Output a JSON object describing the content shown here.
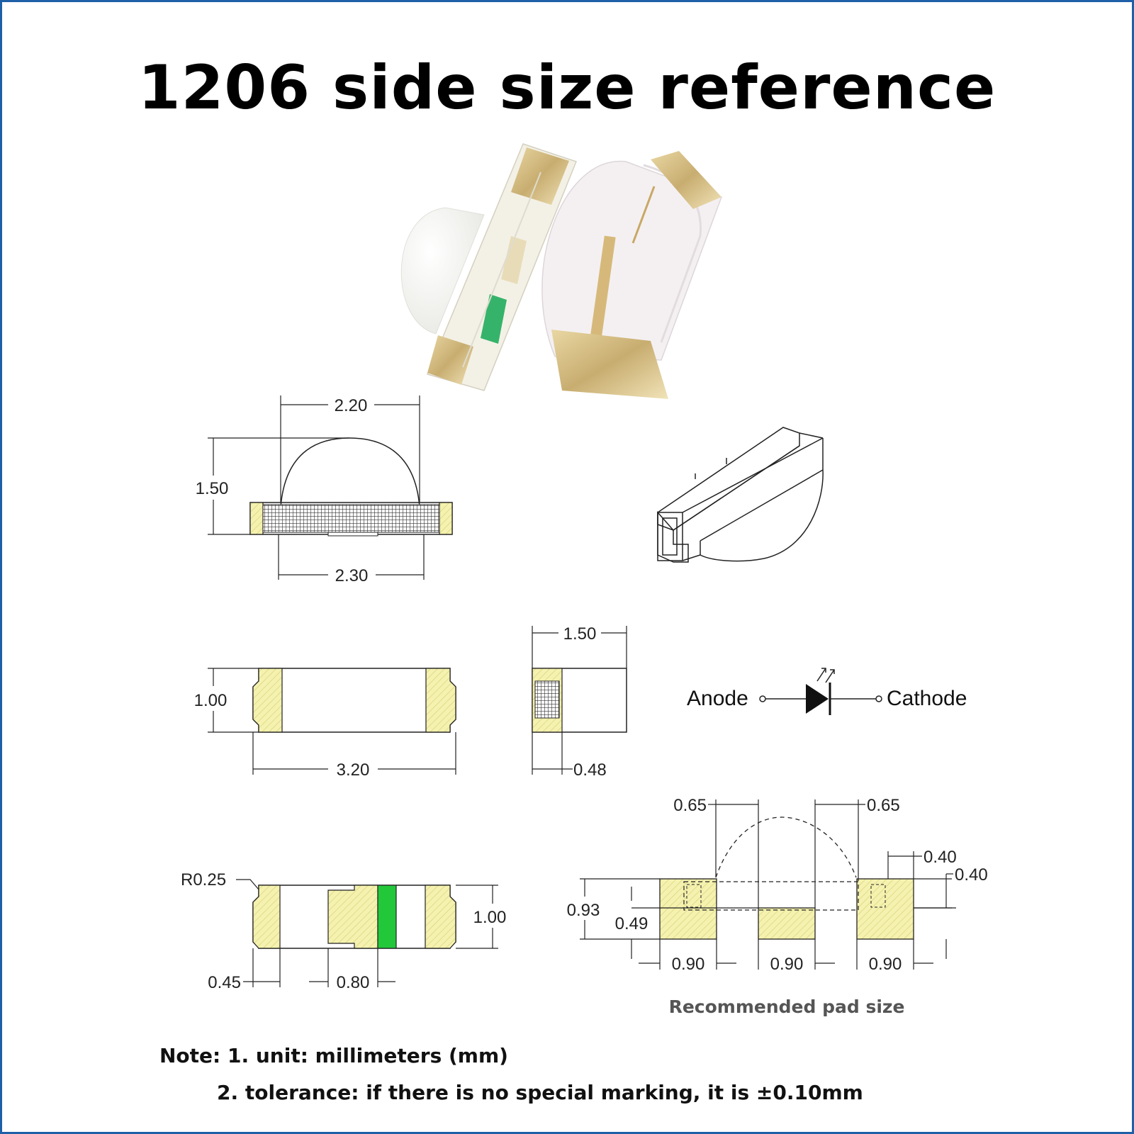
{
  "title": "1206 side size reference",
  "colors": {
    "frame": "#1f5fa8",
    "pad_fill": "#f5f2b0",
    "led_green": "#22c83a",
    "line": "#222222"
  },
  "front_view": {
    "lens_width": "2.20",
    "height": "1.50",
    "body_width": "2.30"
  },
  "top_view": {
    "height": "1.00",
    "length": "3.20"
  },
  "side_view": {
    "depth": "1.50",
    "pad_depth": "0.48"
  },
  "symbol": {
    "anode": "Anode",
    "cathode": "Cathode"
  },
  "bottom_view": {
    "radius": "R0.25",
    "height": "1.00",
    "pad_width": "0.45",
    "center_pad_width": "0.80"
  },
  "pad_layout": {
    "left_gap": "0.65",
    "right_gap": "0.65",
    "small_pad_w": "0.40",
    "small_pad_h": "0.40",
    "pad_height": "0.93",
    "center_pad_height": "0.49",
    "pad_w1": "0.90",
    "pad_w2": "0.90",
    "pad_w3": "0.90",
    "caption": "Recommended pad size"
  },
  "notes": {
    "line1": "Note: 1. unit: millimeters (mm)",
    "line2": "2. tolerance: if there is no special marking, it is ±0.10mm"
  }
}
